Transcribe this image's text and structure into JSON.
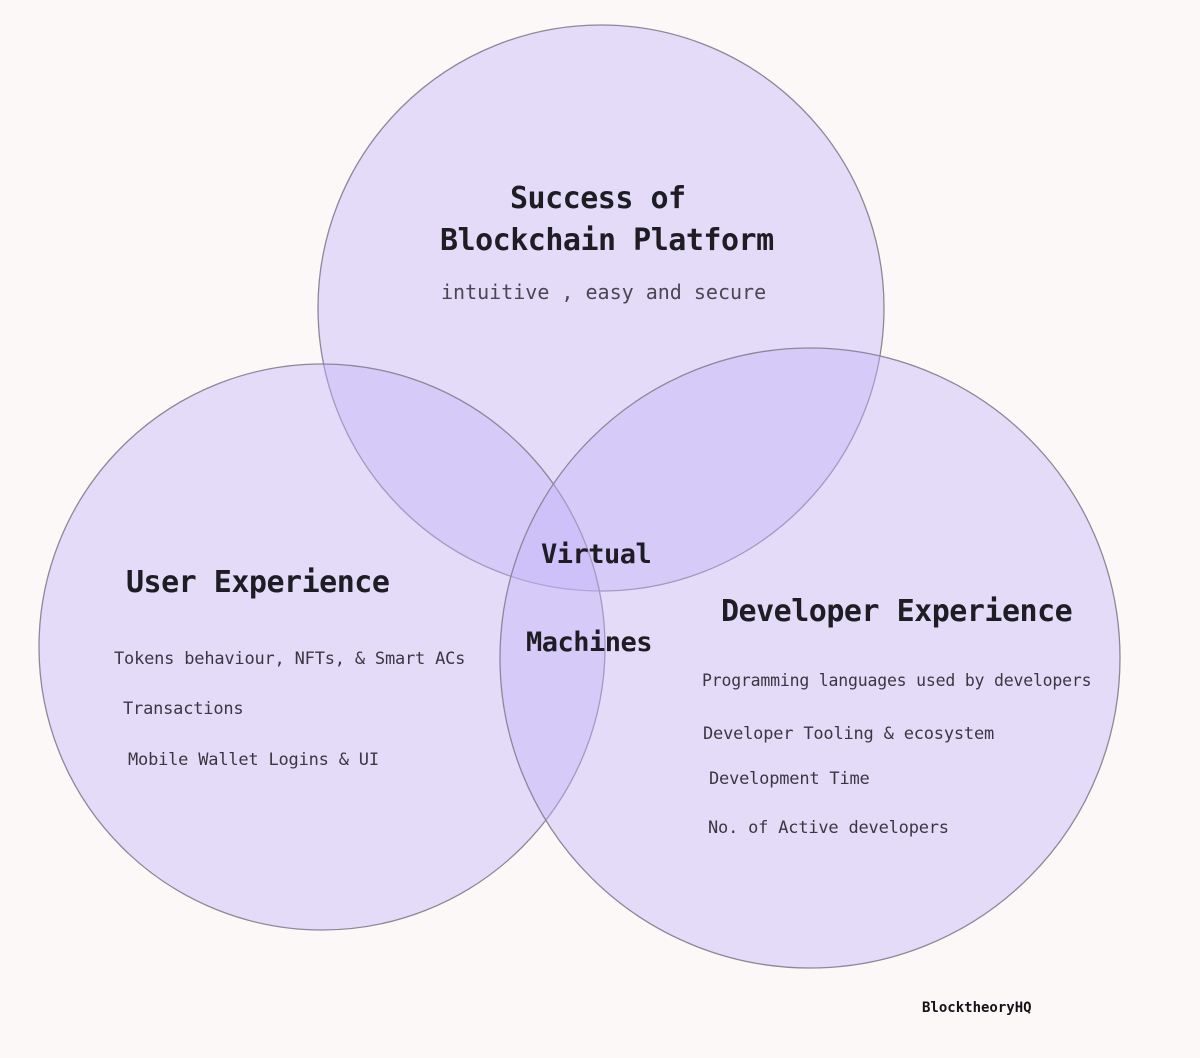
{
  "top_circle": {
    "title_line1": "Success of",
    "title_line2": "Blockchain Platform",
    "subtitle": "intuitive , easy and secure"
  },
  "left_circle": {
    "title": "User Experience",
    "items": [
      "Tokens behaviour, NFTs, & Smart ACs",
      "Transactions",
      "Mobile Wallet Logins & UI"
    ]
  },
  "right_circle": {
    "title": "Developer Experience",
    "items": [
      "Programming languages used by developers",
      "Developer Tooling & ecosystem",
      "Development Time",
      "No. of Active developers"
    ]
  },
  "center": {
    "line1": "Virtual",
    "line2": "Machines"
  },
  "signature": "BlocktheoryHQ",
  "colors": {
    "circle_fill": "#c4b2fa",
    "circle_stroke": "#8d8798",
    "background": "#fbf8f7"
  }
}
